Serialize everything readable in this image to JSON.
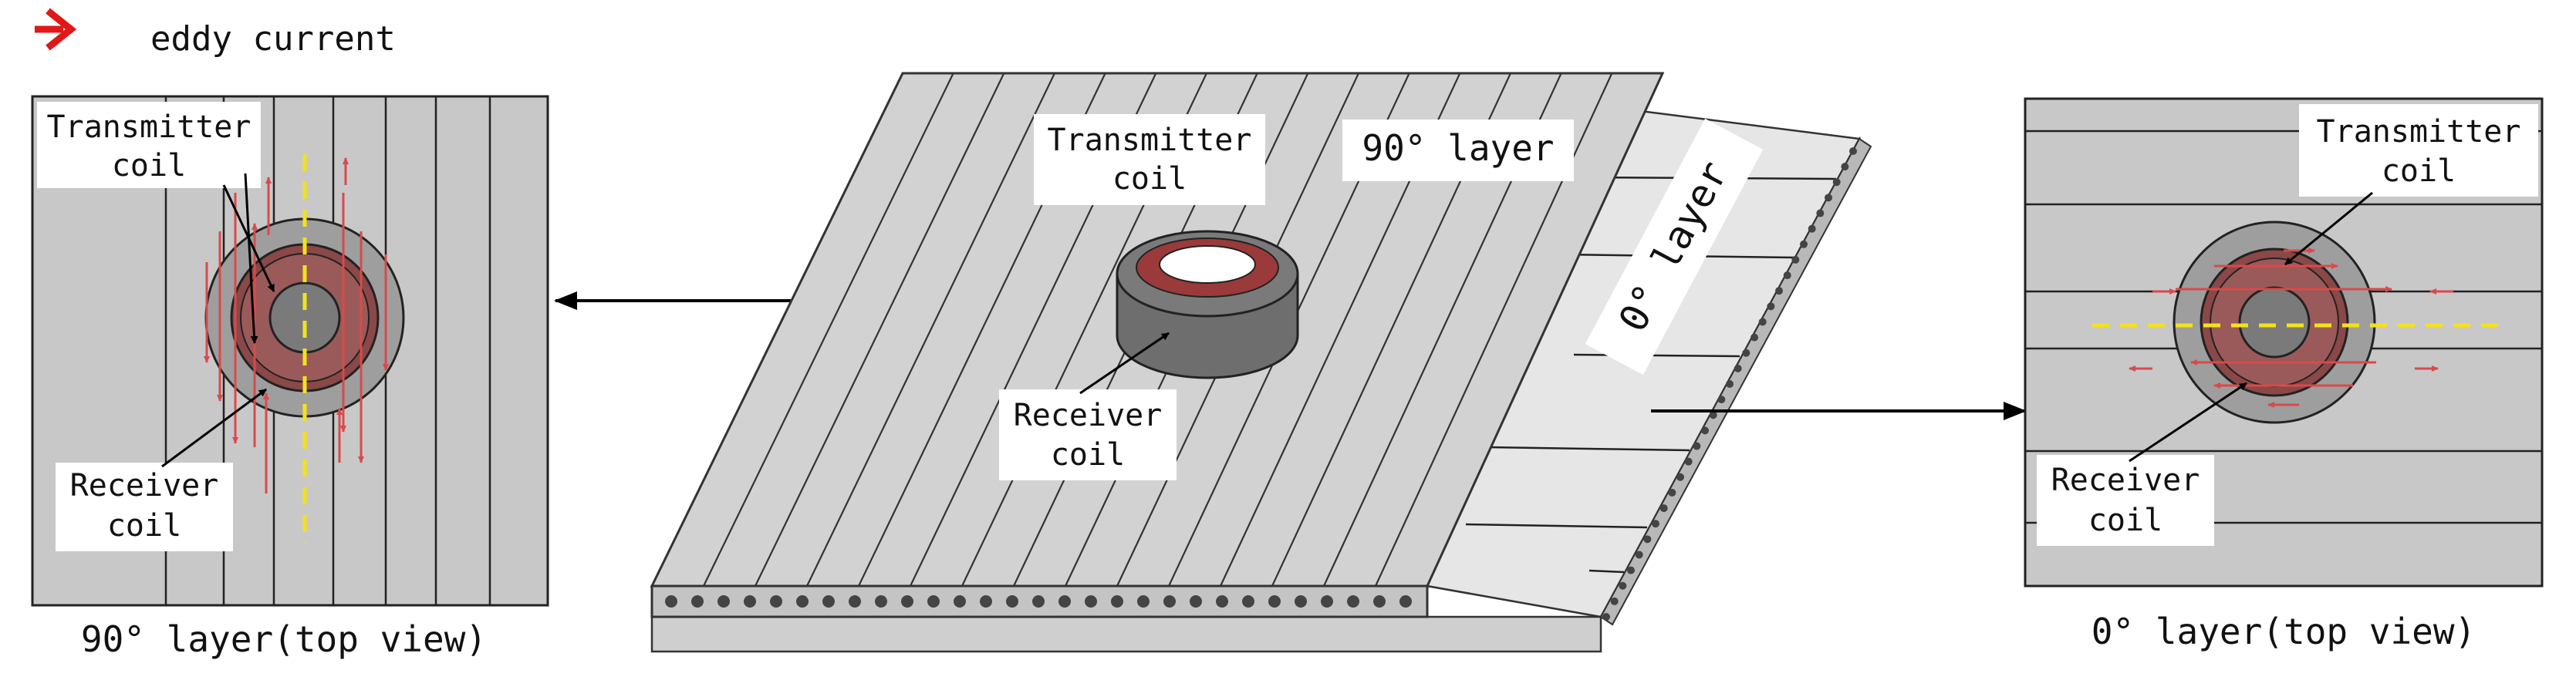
{
  "legend": {
    "label": "eddy current",
    "arrow_color": "#e01818"
  },
  "left_panel": {
    "caption": "90° layer(top view)",
    "transmitter": {
      "line1": "Transmitter",
      "line2": "coil"
    },
    "receiver": {
      "line1": "Receiver",
      "line2": "coil"
    }
  },
  "center": {
    "transmitter": {
      "line1": "Transmitter",
      "line2": "coil"
    },
    "receiver": {
      "line1": "Receiver",
      "line2": "coil"
    },
    "layer90": "90° layer",
    "layer0": "0° layer"
  },
  "right_panel": {
    "caption": "0° layer(top view)",
    "transmitter": {
      "line1": "Transmitter",
      "line2": "coil"
    },
    "receiver": {
      "line1": "Receiver",
      "line2": "coil"
    }
  },
  "colors": {
    "panel_fill": "#c8c8c8",
    "top_face": "#d2d2d2",
    "coil_copper": "#9a3a3a",
    "eddy_red": "#d94a4a",
    "symmetry_line": "#f2e21a"
  }
}
